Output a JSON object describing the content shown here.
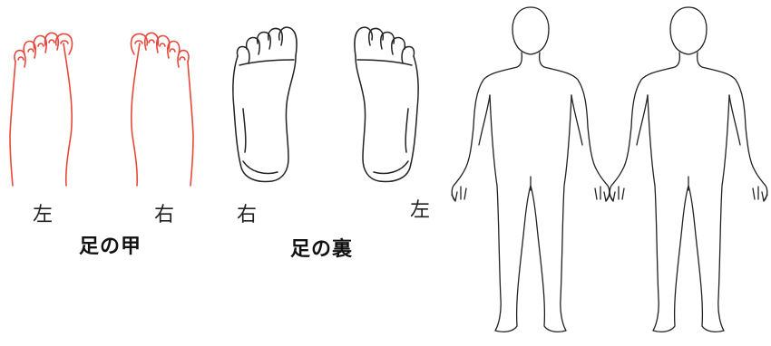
{
  "foot_top": {
    "caption": "足の甲",
    "left_label": "左",
    "right_label": "右",
    "color": "#e8483c"
  },
  "foot_sole": {
    "caption": "足の裏",
    "left_label": "右",
    "right_label": "左",
    "color": "#222222"
  },
  "body_outline": {
    "color": "#222222"
  }
}
